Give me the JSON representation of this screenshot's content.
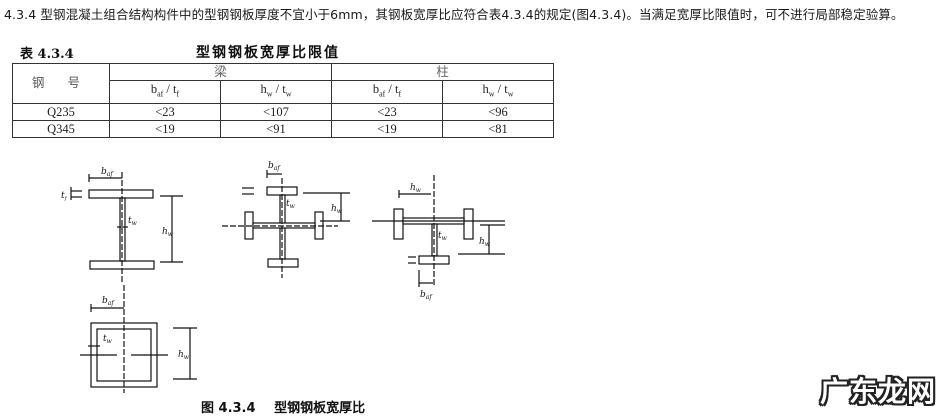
{
  "clause": {
    "text": "4.3.4 型钢混凝土组合结构构件中的型钢钢板厚度不宜小于6mm，其钢板宽厚比应符合表4.3.4的规定(图4.3.4)。当满足宽厚比限值时，可不进行局部稳定验算。"
  },
  "table": {
    "number": "表 4.3.4",
    "title": "型钢钢板宽厚比限值",
    "grade_header": "钢 号",
    "groups": [
      "梁",
      "柱"
    ],
    "sub_headers": [
      {
        "base": "b",
        "base_sub": "af",
        "sep": " / ",
        "den": "t",
        "den_sub": "f"
      },
      {
        "base": "h",
        "base_sub": "w",
        "sep": " / ",
        "den": "t",
        "den_sub": "w"
      },
      {
        "base": "b",
        "base_sub": "af",
        "sep": " / ",
        "den": "t",
        "den_sub": "f"
      },
      {
        "base": "h",
        "base_sub": "w",
        "sep": " / ",
        "den": "t",
        "den_sub": "w"
      }
    ],
    "rows": [
      {
        "grade": "Q235",
        "values": [
          "<23",
          "<107",
          "<23",
          "<96"
        ]
      },
      {
        "grade": "Q345",
        "values": [
          "<19",
          "<91",
          "<19",
          "<81"
        ]
      }
    ]
  },
  "figure": {
    "labels": {
      "baf": "b",
      "baf_sub": "af",
      "tw": "t",
      "tw_sub": "w",
      "hw": "h",
      "hw_sub": "w",
      "tf": "t",
      "tf_sub": "f"
    },
    "caption_number": "图 4.3.4",
    "caption_title": "型钢钢板宽厚比"
  },
  "watermark": "广东龙网"
}
